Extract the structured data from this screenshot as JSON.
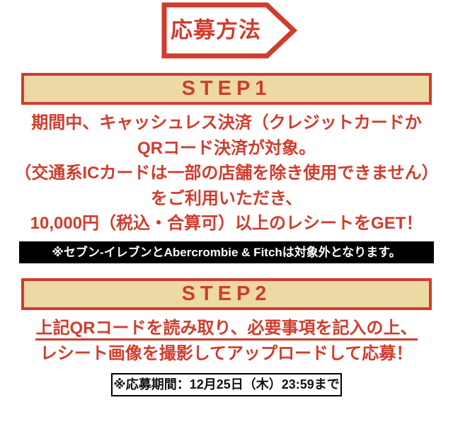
{
  "colors": {
    "brand_red": "#d03c2d",
    "step_header_bg": "#ecd9a3",
    "note_bar_bg": "#000000",
    "page_bg": "#ffffff"
  },
  "badge": {
    "label": "応募方法"
  },
  "step1": {
    "header_label": "STEP1",
    "lines": [
      "期間中、キャッシュレス決済（クレジットカードか",
      "QRコード決済が対象。",
      "（交通系ICカードは一部の店舗を除き使用できません）",
      "をご利用いただき、",
      "10,000円（税込・合算可）以上のレシートをGET！"
    ],
    "exclusion_note": "※セブン-イレブンとAbercrombie & Fitchは対象外となります。"
  },
  "step2": {
    "header_label": "STEP2",
    "lines": [
      "上記QRコードを読み取り、必要事項を記入の上、",
      "レシート画像を撮影してアップロードして応募！"
    ],
    "period_note": "※応募期間：12月25日（木）23:59まで"
  }
}
